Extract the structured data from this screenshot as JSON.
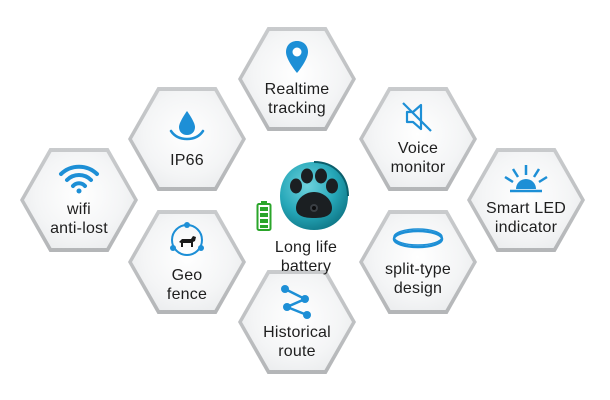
{
  "brand_color": "#1d8fd6",
  "features": {
    "realtime": {
      "line1": "Realtime",
      "line2": "tracking",
      "icon": "location-pin-icon"
    },
    "ip66": {
      "line1": "IP66",
      "icon": "water-drop-icon"
    },
    "voice": {
      "line1": "Voice",
      "line2": "monitor",
      "icon": "speaker-mute-icon"
    },
    "wifi": {
      "line1": "wifi",
      "line2": "anti-lost",
      "icon": "wifi-icon"
    },
    "led": {
      "line1": "Smart LED",
      "line2": "indicator",
      "icon": "led-light-icon"
    },
    "geo": {
      "line1": "Geo",
      "line2": "fence",
      "icon": "geofence-dog-icon"
    },
    "split": {
      "line1": "split-type",
      "line2": "design",
      "icon": "ring-icon"
    },
    "historical": {
      "line1": "Historical",
      "line2": "route",
      "icon": "route-icon"
    },
    "battery": {
      "line1": "Long life",
      "line2": "battery",
      "icon": "battery-icon"
    }
  }
}
